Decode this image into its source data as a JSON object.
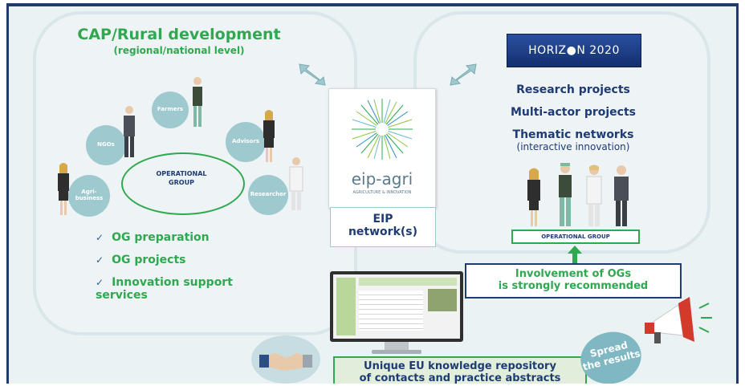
{
  "left_panel": {
    "title": "CAP/Rural development",
    "subtitle": "(regional/national level)",
    "center_label_line1": "OPERATIONAL",
    "center_label_line2": "GROUP",
    "roles": {
      "farmers": "Farmers",
      "advisors": "Advisors",
      "researcher": "Researcher",
      "ngos": "NGOs",
      "agribusiness": "Agri-business"
    },
    "bullets": [
      "OG preparation",
      "OG projects",
      "Innovation support services"
    ]
  },
  "center": {
    "logo_text": "eip-agri",
    "logo_subtext": "AGRICULTURE & INNOVATION",
    "network_label_line1": "EIP",
    "network_label_line2": "network(s)"
  },
  "right_panel": {
    "horizon_text": "HORIZ●N 2020",
    "lines": [
      "Research projects",
      "Multi-actor projects",
      "Thematic networks"
    ],
    "note": "(interactive innovation)",
    "og_label": "OPERATIONAL GROUP",
    "involvement_line1": "Involvement of OGs",
    "involvement_line2": "is strongly recommended"
  },
  "bottom": {
    "repository_line1": "Unique EU knowledge repository",
    "repository_line2": "of contacts and practice abstracts",
    "spread_line1": "Spread",
    "spread_line2": "the results"
  },
  "colors": {
    "green": "#2fa84f",
    "navy": "#1f3b73",
    "teal": "#9ec9cf",
    "frame": "#1e3a6f"
  }
}
